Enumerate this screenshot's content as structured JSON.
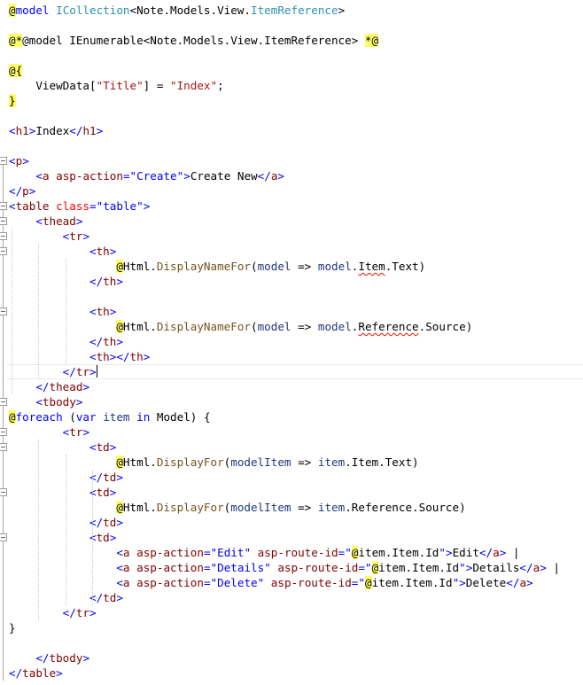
{
  "colors": {
    "razor_bg": "#ffff66",
    "keyword": "#0000ff",
    "type": "#2b91af",
    "tag": "#800000",
    "attr": "#ff0000",
    "string": "#a31515",
    "method": "#74531f",
    "param": "#1f377f",
    "plain": "#000000",
    "error_squiggle": "#e51400"
  },
  "code_lines": [
    {
      "line": 1,
      "indent": 0,
      "tokens": [
        {
          "t": "@",
          "k": "razor"
        },
        {
          "t": "model",
          "k": "keyword"
        },
        {
          "t": " ",
          "k": "plain"
        },
        {
          "t": "ICollection",
          "k": "type"
        },
        {
          "t": "<Note.Models.View.",
          "k": "plain"
        },
        {
          "t": "ItemReference",
          "k": "type"
        },
        {
          "t": ">",
          "k": "plain"
        }
      ]
    },
    {
      "line": 2,
      "indent": 0,
      "tokens": []
    },
    {
      "line": 3,
      "indent": 0,
      "tokens": [
        {
          "t": "@*",
          "k": "razor"
        },
        {
          "t": "@model IEnumerable<Note.Models.View.ItemReference> ",
          "k": "plain"
        },
        {
          "t": "*@",
          "k": "razor"
        }
      ]
    },
    {
      "line": 4,
      "indent": 0,
      "tokens": []
    },
    {
      "line": 5,
      "indent": 0,
      "tokens": [
        {
          "t": "@{",
          "k": "razor"
        }
      ]
    },
    {
      "line": 6,
      "indent": 4,
      "tokens": [
        {
          "t": "ViewData[",
          "k": "plain"
        },
        {
          "t": "\"Title\"",
          "k": "string"
        },
        {
          "t": "] = ",
          "k": "plain"
        },
        {
          "t": "\"Index\"",
          "k": "string"
        },
        {
          "t": ";",
          "k": "plain"
        }
      ]
    },
    {
      "line": 7,
      "indent": 0,
      "tokens": [
        {
          "t": "}",
          "k": "razor"
        }
      ]
    },
    {
      "line": 8,
      "indent": 0,
      "tokens": []
    },
    {
      "line": 9,
      "indent": 0,
      "tokens": [
        {
          "t": "<",
          "k": "keyword"
        },
        {
          "t": "h1",
          "k": "tag"
        },
        {
          "t": ">",
          "k": "keyword"
        },
        {
          "t": "Index",
          "k": "plain"
        },
        {
          "t": "</",
          "k": "keyword"
        },
        {
          "t": "h1",
          "k": "tag"
        },
        {
          "t": ">",
          "k": "keyword"
        }
      ]
    },
    {
      "line": 10,
      "indent": 0,
      "tokens": []
    },
    {
      "line": 11,
      "indent": 0,
      "tokens": [
        {
          "t": "<",
          "k": "keyword"
        },
        {
          "t": "p",
          "k": "tag"
        },
        {
          "t": ">",
          "k": "keyword"
        }
      ]
    },
    {
      "line": 12,
      "indent": 4,
      "tokens": [
        {
          "t": "<",
          "k": "keyword"
        },
        {
          "t": "a",
          "k": "tag"
        },
        {
          "t": " ",
          "k": "plain"
        },
        {
          "t": "asp-action",
          "k": "tag"
        },
        {
          "t": "=",
          "k": "keyword"
        },
        {
          "t": "\"Create\"",
          "k": "keyword"
        },
        {
          "t": ">",
          "k": "keyword"
        },
        {
          "t": "Create New",
          "k": "plain"
        },
        {
          "t": "</",
          "k": "keyword"
        },
        {
          "t": "a",
          "k": "tag"
        },
        {
          "t": ">",
          "k": "keyword"
        }
      ]
    },
    {
      "line": 13,
      "indent": 0,
      "tokens": [
        {
          "t": "</",
          "k": "keyword"
        },
        {
          "t": "p",
          "k": "tag"
        },
        {
          "t": ">",
          "k": "keyword"
        }
      ]
    },
    {
      "line": 14,
      "indent": 0,
      "tokens": [
        {
          "t": "<",
          "k": "keyword"
        },
        {
          "t": "table",
          "k": "tag"
        },
        {
          "t": " ",
          "k": "plain"
        },
        {
          "t": "class",
          "k": "attr"
        },
        {
          "t": "=",
          "k": "keyword"
        },
        {
          "t": "\"table\"",
          "k": "keyword"
        },
        {
          "t": ">",
          "k": "keyword"
        }
      ]
    },
    {
      "line": 15,
      "indent": 4,
      "tokens": [
        {
          "t": "<",
          "k": "keyword"
        },
        {
          "t": "thead",
          "k": "tag"
        },
        {
          "t": ">",
          "k": "keyword"
        }
      ]
    },
    {
      "line": 16,
      "indent": 8,
      "tokens": [
        {
          "t": "<",
          "k": "keyword"
        },
        {
          "t": "tr",
          "k": "tag"
        },
        {
          "t": ">",
          "k": "keyword"
        }
      ]
    },
    {
      "line": 17,
      "indent": 12,
      "tokens": [
        {
          "t": "<",
          "k": "keyword"
        },
        {
          "t": "th",
          "k": "tag"
        },
        {
          "t": ">",
          "k": "keyword"
        }
      ]
    },
    {
      "line": 18,
      "indent": 16,
      "tokens": [
        {
          "t": "@",
          "k": "razor"
        },
        {
          "t": "Html.",
          "k": "plain"
        },
        {
          "t": "DisplayNameFor",
          "k": "method"
        },
        {
          "t": "(",
          "k": "plain"
        },
        {
          "t": "model",
          "k": "param"
        },
        {
          "t": " => ",
          "k": "plain"
        },
        {
          "t": "model",
          "k": "param"
        },
        {
          "t": ".",
          "k": "plain"
        },
        {
          "t": "Item",
          "k": "squig"
        },
        {
          "t": ".Text)",
          "k": "plain"
        }
      ]
    },
    {
      "line": 19,
      "indent": 12,
      "tokens": [
        {
          "t": "</",
          "k": "keyword"
        },
        {
          "t": "th",
          "k": "tag"
        },
        {
          "t": ">",
          "k": "keyword"
        }
      ]
    },
    {
      "line": 20,
      "indent": 0,
      "tokens": []
    },
    {
      "line": 21,
      "indent": 12,
      "tokens": [
        {
          "t": "<",
          "k": "keyword"
        },
        {
          "t": "th",
          "k": "tag"
        },
        {
          "t": ">",
          "k": "keyword"
        }
      ]
    },
    {
      "line": 22,
      "indent": 16,
      "tokens": [
        {
          "t": "@",
          "k": "razor"
        },
        {
          "t": "Html.",
          "k": "plain"
        },
        {
          "t": "DisplayNameFor",
          "k": "method"
        },
        {
          "t": "(",
          "k": "plain"
        },
        {
          "t": "model",
          "k": "param"
        },
        {
          "t": " => ",
          "k": "plain"
        },
        {
          "t": "model",
          "k": "param"
        },
        {
          "t": ".",
          "k": "plain"
        },
        {
          "t": "Reference",
          "k": "squig"
        },
        {
          "t": ".Source)",
          "k": "plain"
        }
      ]
    },
    {
      "line": 23,
      "indent": 12,
      "tokens": [
        {
          "t": "</",
          "k": "keyword"
        },
        {
          "t": "th",
          "k": "tag"
        },
        {
          "t": ">",
          "k": "keyword"
        }
      ]
    },
    {
      "line": 24,
      "indent": 12,
      "tokens": [
        {
          "t": "<",
          "k": "keyword"
        },
        {
          "t": "th",
          "k": "tag"
        },
        {
          "t": "></",
          "k": "keyword"
        },
        {
          "t": "th",
          "k": "tag"
        },
        {
          "t": ">",
          "k": "keyword"
        }
      ]
    },
    {
      "line": 25,
      "indent": 8,
      "current": true,
      "tokens": [
        {
          "t": "</",
          "k": "keyword"
        },
        {
          "t": "tr",
          "k": "tag"
        },
        {
          "t": ">",
          "k": "keyword"
        }
      ]
    },
    {
      "line": 26,
      "indent": 4,
      "tokens": [
        {
          "t": "</",
          "k": "keyword"
        },
        {
          "t": "thead",
          "k": "tag"
        },
        {
          "t": ">",
          "k": "keyword"
        }
      ]
    },
    {
      "line": 27,
      "indent": 4,
      "tokens": [
        {
          "t": "<",
          "k": "keyword"
        },
        {
          "t": "tbody",
          "k": "tag"
        },
        {
          "t": ">",
          "k": "keyword"
        }
      ]
    },
    {
      "line": 28,
      "indent": 0,
      "tokens": [
        {
          "t": "@",
          "k": "razor"
        },
        {
          "t": "foreach",
          "k": "keyword"
        },
        {
          "t": " (",
          "k": "plain"
        },
        {
          "t": "var",
          "k": "keyword"
        },
        {
          "t": " ",
          "k": "plain"
        },
        {
          "t": "item",
          "k": "param"
        },
        {
          "t": " ",
          "k": "plain"
        },
        {
          "t": "in",
          "k": "keyword"
        },
        {
          "t": " Model) {",
          "k": "plain"
        }
      ]
    },
    {
      "line": 29,
      "indent": 8,
      "tokens": [
        {
          "t": "<",
          "k": "keyword"
        },
        {
          "t": "tr",
          "k": "tag"
        },
        {
          "t": ">",
          "k": "keyword"
        }
      ]
    },
    {
      "line": 30,
      "indent": 12,
      "tokens": [
        {
          "t": "<",
          "k": "keyword"
        },
        {
          "t": "td",
          "k": "tag"
        },
        {
          "t": ">",
          "k": "keyword"
        }
      ]
    },
    {
      "line": 31,
      "indent": 16,
      "tokens": [
        {
          "t": "@",
          "k": "razor"
        },
        {
          "t": "Html.",
          "k": "plain"
        },
        {
          "t": "DisplayFor",
          "k": "method"
        },
        {
          "t": "(",
          "k": "plain"
        },
        {
          "t": "modelItem",
          "k": "param"
        },
        {
          "t": " => ",
          "k": "plain"
        },
        {
          "t": "item",
          "k": "param"
        },
        {
          "t": ".Item.Text)",
          "k": "plain"
        }
      ]
    },
    {
      "line": 32,
      "indent": 12,
      "tokens": [
        {
          "t": "</",
          "k": "keyword"
        },
        {
          "t": "td",
          "k": "tag"
        },
        {
          "t": ">",
          "k": "keyword"
        }
      ]
    },
    {
      "line": 33,
      "indent": 12,
      "tokens": [
        {
          "t": "<",
          "k": "keyword"
        },
        {
          "t": "td",
          "k": "tag"
        },
        {
          "t": ">",
          "k": "keyword"
        }
      ]
    },
    {
      "line": 34,
      "indent": 16,
      "tokens": [
        {
          "t": "@",
          "k": "razor"
        },
        {
          "t": "Html.",
          "k": "plain"
        },
        {
          "t": "DisplayFor",
          "k": "method"
        },
        {
          "t": "(",
          "k": "plain"
        },
        {
          "t": "modelItem",
          "k": "param"
        },
        {
          "t": " => ",
          "k": "plain"
        },
        {
          "t": "item",
          "k": "param"
        },
        {
          "t": ".Reference.Source)",
          "k": "plain"
        }
      ]
    },
    {
      "line": 35,
      "indent": 12,
      "tokens": [
        {
          "t": "</",
          "k": "keyword"
        },
        {
          "t": "td",
          "k": "tag"
        },
        {
          "t": ">",
          "k": "keyword"
        }
      ]
    },
    {
      "line": 36,
      "indent": 12,
      "tokens": [
        {
          "t": "<",
          "k": "keyword"
        },
        {
          "t": "td",
          "k": "tag"
        },
        {
          "t": ">",
          "k": "keyword"
        }
      ]
    },
    {
      "line": 37,
      "indent": 16,
      "tokens": [
        {
          "t": "<",
          "k": "keyword"
        },
        {
          "t": "a",
          "k": "tag"
        },
        {
          "t": " ",
          "k": "plain"
        },
        {
          "t": "asp-action",
          "k": "tag"
        },
        {
          "t": "=",
          "k": "keyword"
        },
        {
          "t": "\"Edit\"",
          "k": "keyword"
        },
        {
          "t": " ",
          "k": "plain"
        },
        {
          "t": "asp-route-id",
          "k": "tag"
        },
        {
          "t": "=",
          "k": "keyword"
        },
        {
          "t": "\"",
          "k": "keyword"
        },
        {
          "t": "@",
          "k": "razor"
        },
        {
          "t": "item.Item.Id",
          "k": "plain"
        },
        {
          "t": "\"",
          "k": "keyword"
        },
        {
          "t": ">",
          "k": "keyword"
        },
        {
          "t": "Edit",
          "k": "plain"
        },
        {
          "t": "</",
          "k": "keyword"
        },
        {
          "t": "a",
          "k": "tag"
        },
        {
          "t": ">",
          "k": "keyword"
        },
        {
          "t": " |",
          "k": "plain"
        }
      ]
    },
    {
      "line": 38,
      "indent": 16,
      "tokens": [
        {
          "t": "<",
          "k": "keyword"
        },
        {
          "t": "a",
          "k": "tag"
        },
        {
          "t": " ",
          "k": "plain"
        },
        {
          "t": "asp-action",
          "k": "tag"
        },
        {
          "t": "=",
          "k": "keyword"
        },
        {
          "t": "\"Details\"",
          "k": "keyword"
        },
        {
          "t": " ",
          "k": "plain"
        },
        {
          "t": "asp-route-id",
          "k": "tag"
        },
        {
          "t": "=",
          "k": "keyword"
        },
        {
          "t": "\"",
          "k": "keyword"
        },
        {
          "t": "@",
          "k": "razor"
        },
        {
          "t": "item.Item.Id",
          "k": "plain"
        },
        {
          "t": "\"",
          "k": "keyword"
        },
        {
          "t": ">",
          "k": "keyword"
        },
        {
          "t": "Details",
          "k": "plain"
        },
        {
          "t": "</",
          "k": "keyword"
        },
        {
          "t": "a",
          "k": "tag"
        },
        {
          "t": ">",
          "k": "keyword"
        },
        {
          "t": " |",
          "k": "plain"
        }
      ]
    },
    {
      "line": 39,
      "indent": 16,
      "tokens": [
        {
          "t": "<",
          "k": "keyword"
        },
        {
          "t": "a",
          "k": "tag"
        },
        {
          "t": " ",
          "k": "plain"
        },
        {
          "t": "asp-action",
          "k": "tag"
        },
        {
          "t": "=",
          "k": "keyword"
        },
        {
          "t": "\"Delete\"",
          "k": "keyword"
        },
        {
          "t": " ",
          "k": "plain"
        },
        {
          "t": "asp-route-id",
          "k": "tag"
        },
        {
          "t": "=",
          "k": "keyword"
        },
        {
          "t": "\"",
          "k": "keyword"
        },
        {
          "t": "@",
          "k": "razor"
        },
        {
          "t": "item.Item.Id",
          "k": "plain"
        },
        {
          "t": "\"",
          "k": "keyword"
        },
        {
          "t": ">",
          "k": "keyword"
        },
        {
          "t": "Delete",
          "k": "plain"
        },
        {
          "t": "</",
          "k": "keyword"
        },
        {
          "t": "a",
          "k": "tag"
        },
        {
          "t": ">",
          "k": "keyword"
        }
      ]
    },
    {
      "line": 40,
      "indent": 12,
      "tokens": [
        {
          "t": "</",
          "k": "keyword"
        },
        {
          "t": "td",
          "k": "tag"
        },
        {
          "t": ">",
          "k": "keyword"
        }
      ]
    },
    {
      "line": 41,
      "indent": 8,
      "tokens": [
        {
          "t": "</",
          "k": "keyword"
        },
        {
          "t": "tr",
          "k": "tag"
        },
        {
          "t": ">",
          "k": "keyword"
        }
      ]
    },
    {
      "line": 42,
      "indent": 0,
      "tokens": [
        {
          "t": "}",
          "k": "plain"
        }
      ]
    },
    {
      "line": 43,
      "indent": 0,
      "tokens": []
    },
    {
      "line": 44,
      "indent": 4,
      "tokens": [
        {
          "t": "</",
          "k": "keyword"
        },
        {
          "t": "tbody",
          "k": "tag"
        },
        {
          "t": ">",
          "k": "keyword"
        }
      ]
    },
    {
      "line": 45,
      "indent": 0,
      "tokens": [
        {
          "t": "</",
          "k": "keyword"
        },
        {
          "t": "table",
          "k": "tag"
        },
        {
          "t": ">",
          "k": "keyword"
        }
      ]
    }
  ]
}
